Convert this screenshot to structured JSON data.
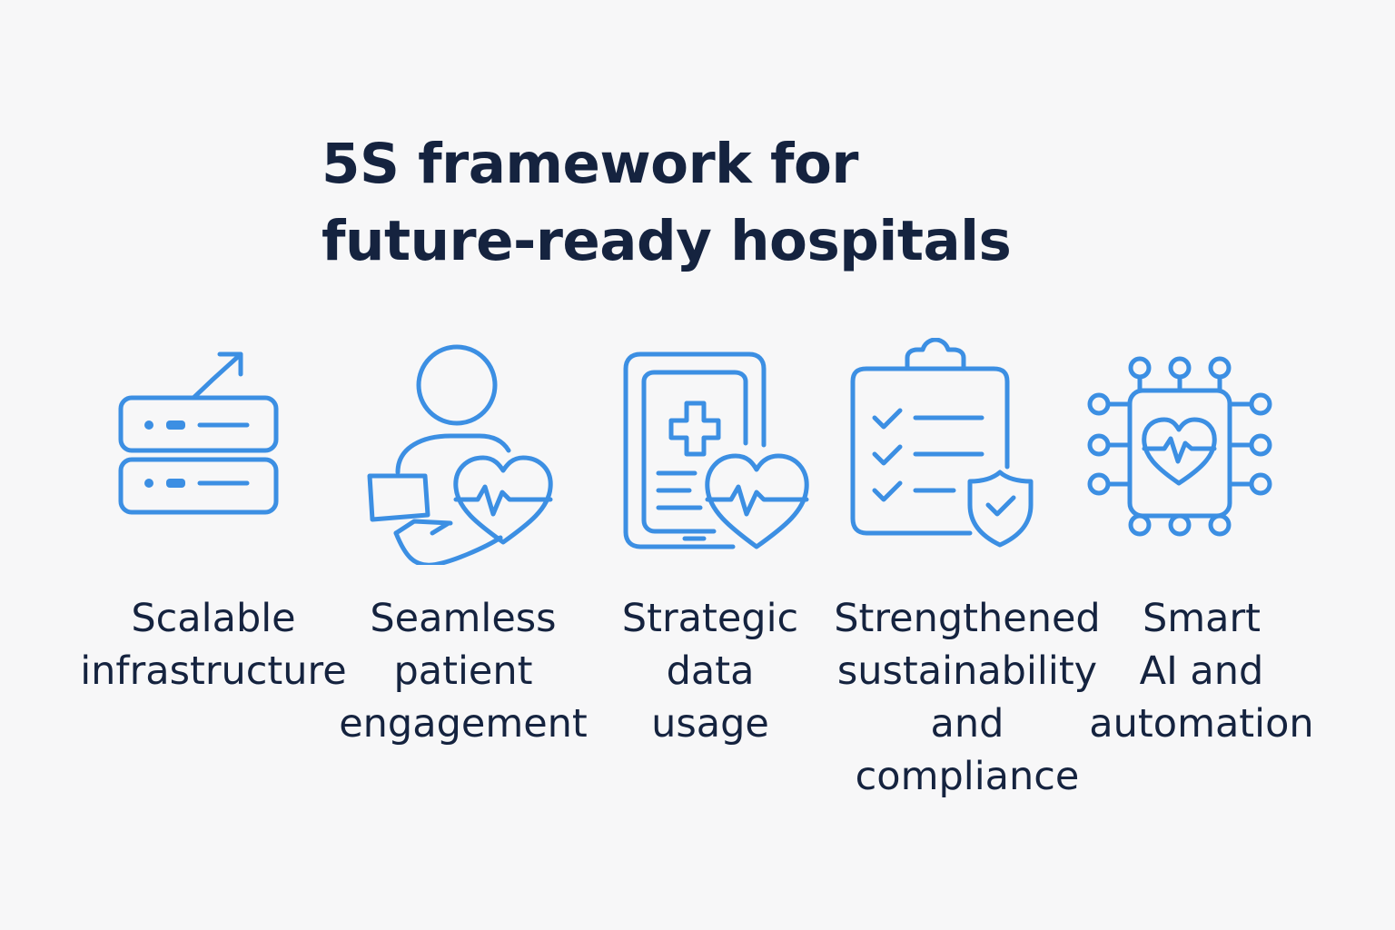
{
  "title": {
    "line1": "5S framework for",
    "line2": "future-ready hospitals"
  },
  "pillars": [
    {
      "icon": "server-stack-arrow-icon",
      "lines": [
        "Scalable",
        "infrastructure"
      ]
    },
    {
      "icon": "person-heart-hand-icon",
      "lines": [
        "Seamless",
        "patient",
        "engagement"
      ]
    },
    {
      "icon": "tablet-medical-heart-icon",
      "lines": [
        "Strategic",
        "data",
        "usage"
      ]
    },
    {
      "icon": "clipboard-checklist-shield-icon",
      "lines": [
        "Strengthened",
        "sustainability",
        "and",
        "compliance"
      ]
    },
    {
      "icon": "ai-chip-heart-icon",
      "lines": [
        "Smart",
        "AI and",
        "automation"
      ]
    }
  ],
  "colors": {
    "icon": "#3c8fe3",
    "text": "#15233f",
    "background": "#f7f7f8"
  }
}
